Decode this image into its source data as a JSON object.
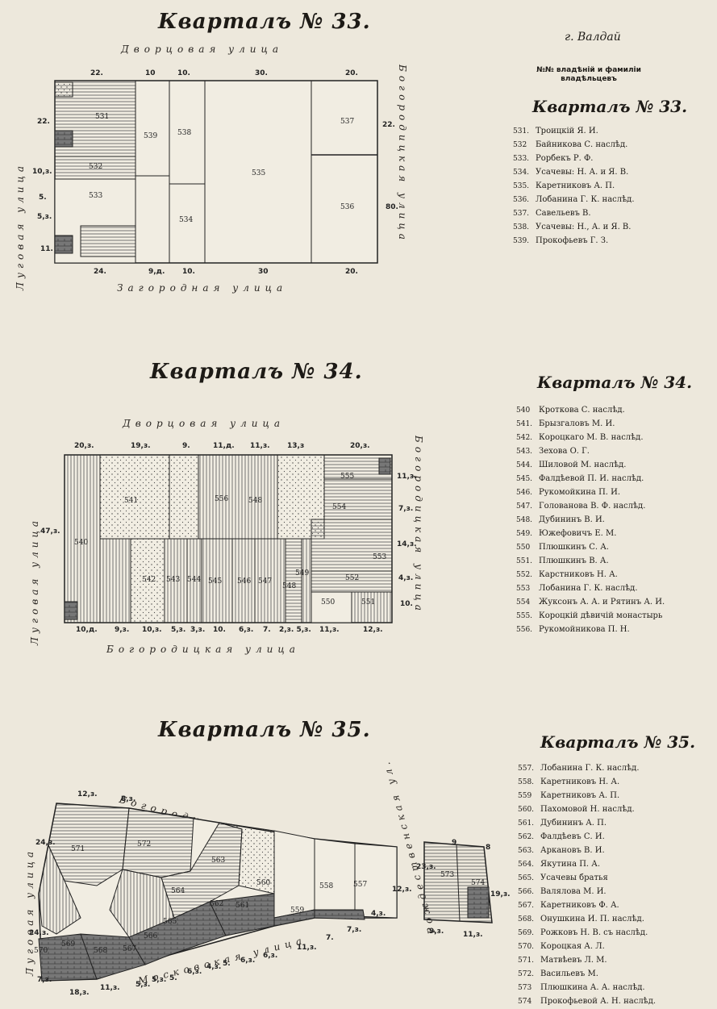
{
  "header": {
    "town": "г. Валдай",
    "index_heading": "№№ владѣній и фамиліи владѣльцевъ"
  },
  "blocks": [
    {
      "title": "Кварталъ № 33.",
      "list_title": "Кварталъ № 33.",
      "streets": {
        "top": "Дворцовая улица",
        "bottom": "Загородная улица",
        "left": "Луговая улица",
        "right": "Богородицкая улица"
      },
      "top_dims": [
        "22.",
        "10",
        "10.",
        "30.",
        "20."
      ],
      "bottom_dims": [
        "24.",
        "9,д.",
        "10.",
        "30",
        "20."
      ],
      "side_dims": [
        "22.",
        "10,з.",
        "5.",
        "5,з.",
        "11.",
        "22.",
        "80."
      ],
      "lots": [
        "531",
        "532",
        "533",
        "539",
        "538",
        "534",
        "535",
        "537",
        "536"
      ],
      "owners": [
        {
          "no": "531.",
          "name": "Троицкій Я. И."
        },
        {
          "no": "532",
          "name": "Байникова С. наслѣд."
        },
        {
          "no": "533.",
          "name": "Рорбекъ Р. Ф."
        },
        {
          "no": "534.",
          "name": "Усачевы: Н. А. и Я. В."
        },
        {
          "no": "535.",
          "name": "Каретниковъ А. П."
        },
        {
          "no": "536.",
          "name": "Лобанина Г. К. наслѣд."
        },
        {
          "no": "537.",
          "name": "Савельевъ В."
        },
        {
          "no": "538.",
          "name": "Усачевы: Н., А. и Я. В."
        },
        {
          "no": "539.",
          "name": "Прокофьевъ Г. З."
        }
      ]
    },
    {
      "title": "Кварталъ № 34.",
      "list_title": "Кварталъ № 34.",
      "streets": {
        "top": "Дворцовая улица",
        "bottom": "Богородицкая улица",
        "left": "Луговая улица",
        "right": "Богородицкая улица"
      },
      "top_dims": [
        "20,з.",
        "19,з.",
        "9.",
        "11,д.",
        "11,з.",
        "13,з",
        "20,з."
      ],
      "bottom_dims": [
        "10,д.",
        "9,з.",
        "10,з.",
        "5,з.",
        "3,з.",
        "10.",
        "6,з.",
        "7.",
        "2,з. 5,з.",
        "11,з.",
        "12,з."
      ],
      "side_dims": [
        "47,з.",
        "11,з.",
        "7,з.",
        "14,з.",
        "4,з.",
        "10."
      ],
      "lots": [
        "541",
        "556",
        "548",
        "555",
        "554",
        "540",
        "553",
        "542",
        "543",
        "544",
        "545",
        "546",
        "547",
        "548",
        "549",
        "552",
        "550",
        "551"
      ],
      "owners": [
        {
          "no": "540",
          "name": "Кроткова С. наслѣд."
        },
        {
          "no": "541.",
          "name": "Брызгаловъ М. И."
        },
        {
          "no": "542.",
          "name": "Короцкаго М. В. наслѣд."
        },
        {
          "no": "543.",
          "name": "Зехова О. Г."
        },
        {
          "no": "544.",
          "name": "Шиловой М. наслѣд."
        },
        {
          "no": "545.",
          "name": "Фалдѣевой П. И. наслѣд."
        },
        {
          "no": "546.",
          "name": "Рукомойкина П. И."
        },
        {
          "no": "547.",
          "name": "Голованова В. Ф. наслѣд."
        },
        {
          "no": "548.",
          "name": "Дубининъ В. И."
        },
        {
          "no": "549.",
          "name": "Южефовичъ Е. М."
        },
        {
          "no": "550",
          "name": "Плюшкинъ С. А."
        },
        {
          "no": "551.",
          "name": "Плюшкинъ В. А."
        },
        {
          "no": "552.",
          "name": "Карстниковъ Н. А."
        },
        {
          "no": "553",
          "name": "Лобанина Г. К. наслѣд."
        },
        {
          "no": "554",
          "name": "Жуксонъ А. А. и Рятинъ А. И."
        },
        {
          "no": "555.",
          "name": "Короцкій дѣвичій монастырь"
        },
        {
          "no": "556.",
          "name": "Рукомойникова П. Н."
        }
      ]
    },
    {
      "title": "Кварталъ № 35.",
      "list_title": "Кварталъ № 35.",
      "streets": {
        "top": "Богородицкая улица",
        "bottom": "Московская улица",
        "left": "Луговая улица",
        "right": "Рождественская ул."
      },
      "dims": [
        "12,з.",
        "8,з.",
        "24,з.",
        "12,з.",
        "23,з.",
        "19,з.",
        "9",
        "8",
        "24,з.",
        "7,з.",
        "18,з.",
        "11,з.",
        "5,з.",
        "5,з.",
        "5.",
        "6,з.",
        "4,з.",
        "5.",
        "6,з.",
        "6,з.",
        "11,з.",
        "7.",
        "7,з.",
        "4,з.",
        "9,з.",
        "11,з."
      ],
      "lots": [
        "571",
        "572",
        "564",
        "565",
        "566",
        "567",
        "568",
        "569",
        "570",
        "563",
        "562",
        "561",
        "560",
        "559",
        "558",
        "557",
        "573",
        "574"
      ],
      "owners": [
        {
          "no": "557.",
          "name": "Лобанина Г. К. наслѣд."
        },
        {
          "no": "558.",
          "name": "Каретниковъ Н. А."
        },
        {
          "no": "559",
          "name": "Каретниковъ А. П."
        },
        {
          "no": "560.",
          "name": "Пахомовой Н. наслѣд."
        },
        {
          "no": "561.",
          "name": "Дубининъ А. П."
        },
        {
          "no": "562.",
          "name": "Фалдѣевъ С. И."
        },
        {
          "no": "563.",
          "name": "Аркановъ В. И."
        },
        {
          "no": "564.",
          "name": "Якутина П. А."
        },
        {
          "no": "565.",
          "name": "Усачевы братья"
        },
        {
          "no": "566.",
          "name": "Валялова М. И."
        },
        {
          "no": "567.",
          "name": "Каретниковъ Ф. А."
        },
        {
          "no": "568.",
          "name": "Онушкина И. П. наслѣд."
        },
        {
          "no": "569.",
          "name": "Рожковъ Н. В. съ наслѣд."
        },
        {
          "no": "570.",
          "name": "Короцкая А. Л."
        },
        {
          "no": "571.",
          "name": "Матвѣевъ Л. М."
        },
        {
          "no": "572.",
          "name": "Васильевъ М."
        },
        {
          "no": "573",
          "name": "Плюшкина А. А. наслѣд."
        },
        {
          "no": "574",
          "name": "Прокофьевой А. Н. наслѣд."
        }
      ]
    }
  ]
}
